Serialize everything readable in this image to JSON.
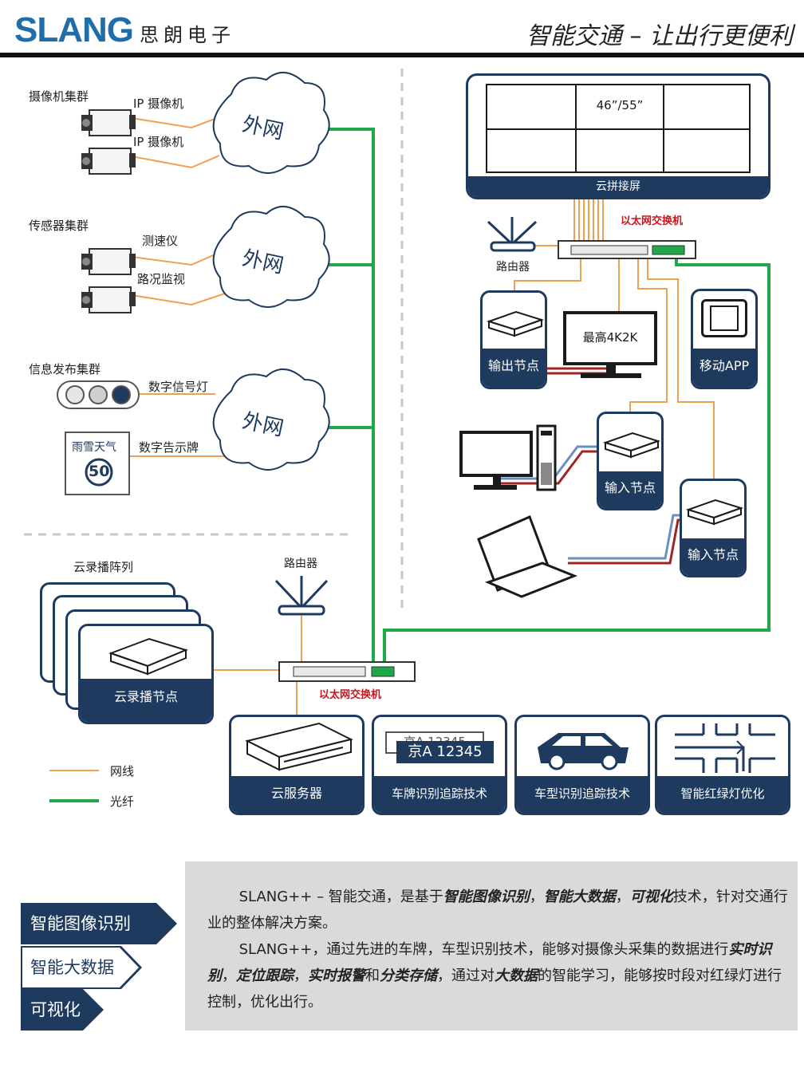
{
  "header": {
    "logo": "SLANG",
    "company": "思朗电子",
    "slogan": "智能交通 – 让出行更便利"
  },
  "left": {
    "camera_cluster": "摄像机集群",
    "ip_camera_1": "IP 摄像机",
    "ip_camera_2": "IP 摄像机",
    "cloud_1": "外网",
    "sensor_cluster": "传感器集群",
    "speed_meter": "测速仪",
    "road_monitor": "路况监视",
    "cloud_2": "外网",
    "info_cluster": "信息发布集群",
    "signal_light": "数字信号灯",
    "sign_board": "数字告示牌",
    "sign_text": "雨雪天气",
    "speed_limit": "50",
    "cloud_3": "外网"
  },
  "bottom_left": {
    "array_title": "云录播阵列",
    "array_node": "云录播节点",
    "router": "路由器",
    "switch": "以太网交换机",
    "legend_cable": "网线",
    "legend_fiber": "光纤"
  },
  "right": {
    "screen_size": "46”/55”",
    "screen_name": "云拼接屏",
    "router": "路由器",
    "switch": "以太网交换机",
    "output_node": "输出节点",
    "monitor_text": "最高4K2K",
    "mobile_app": "移动APP",
    "input_node_1": "输入节点",
    "input_node_2": "输入节点"
  },
  "tech": {
    "server": "云服务器",
    "plate": "车牌识别追踪技术",
    "plate_back": "京A 12345",
    "plate_front": "京A 12345",
    "vehicle": "车型识别追踪技术",
    "traffic": "智能红绿灯优化"
  },
  "tags": [
    "智能图像识别",
    "智能大数据",
    "可视化"
  ],
  "description": {
    "p1_a": "SLANG++ – 智能交通，是基于",
    "p1_b1": "智能图像识别",
    "p1_sep1": "，",
    "p1_b2": "智能大数据",
    "p1_sep2": "，",
    "p1_b3": "可视化",
    "p1_c": "技术，针对交通行业的整体解决方案。",
    "p2_a": "SLANG++，通过先进的车牌，车型识别技术，能够对摄像头采集的数据进行",
    "p2_b1": "实时识别",
    "p2_s1": "，",
    "p2_b2": "定位跟踪",
    "p2_s2": "，",
    "p2_b3": "实时报警",
    "p2_s3": "和",
    "p2_b4": "分类存储",
    "p2_s4": "，通过对",
    "p2_b5": "大数据",
    "p2_c": "的智能学习，能够按时段对红绿灯进行控制，优化出行。"
  },
  "colors": {
    "navy": "#1e3a5f",
    "cable": "#f0a050",
    "fiber": "#1fa84a",
    "red_label": "#d0121b",
    "logo_blue": "#1f6ea8",
    "panel_gray": "#dadada"
  }
}
